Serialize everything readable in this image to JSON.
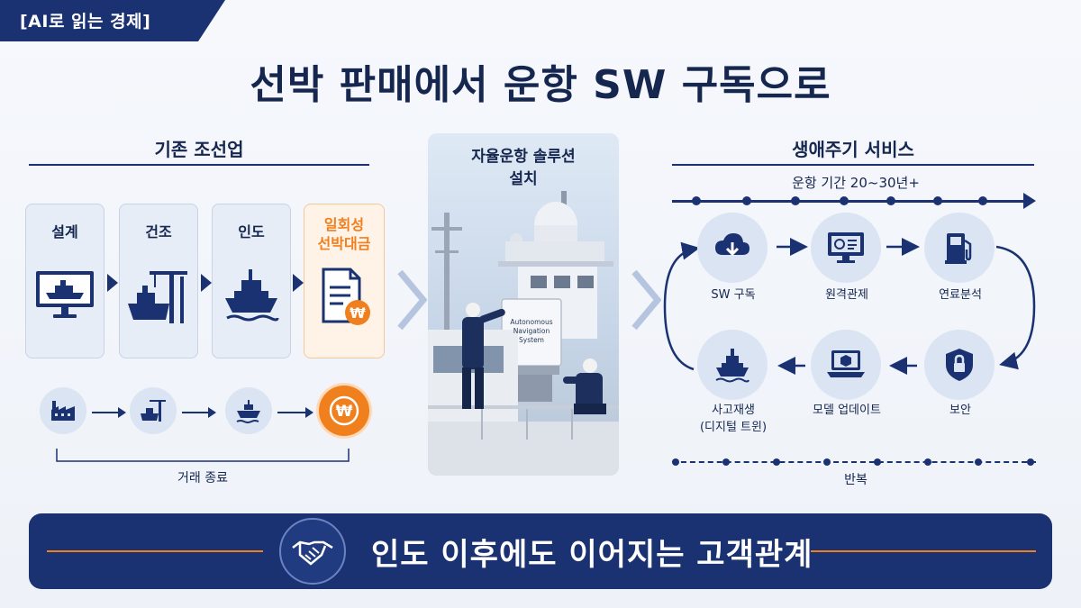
{
  "tag_label": "[AI로 읽는 경제]",
  "title": "선박 판매에서 운항 SW 구독으로",
  "left_section": {
    "title": "기존 조선업",
    "stages": [
      {
        "label": "설계",
        "icon": "monitor-ship-icon"
      },
      {
        "label": "건조",
        "icon": "shipyard-crane-icon"
      },
      {
        "label": "인도",
        "icon": "ship-icon"
      },
      {
        "label_line1": "일회성",
        "label_line2": "선박대금",
        "icon": "invoice-won-icon"
      }
    ],
    "flow_icons": [
      "factory-icon",
      "crane-ship-icon",
      "ship-icon",
      "won-coin-icon"
    ],
    "end_label": "거래 종료"
  },
  "center_section": {
    "title_line1": "자율운항 솔루션",
    "title_line2": "설치",
    "device_line1": "Autonomous",
    "device_line2": "Navigation",
    "device_line3": "System"
  },
  "right_section": {
    "title": "생애주기 서비스",
    "timeline_label": "운항 기간 20~30년+",
    "services": [
      {
        "label": "SW 구독",
        "icon": "cloud-download-icon"
      },
      {
        "label": "원격관제",
        "icon": "remote-monitor-icon"
      },
      {
        "label": "연료분석",
        "icon": "fuel-pump-icon"
      },
      {
        "label": "보안",
        "icon": "shield-lock-icon"
      },
      {
        "label": "모델 업데이트",
        "icon": "laptop-cube-icon"
      },
      {
        "label_line1": "사고재생",
        "label_line2": "(디지털 트윈)",
        "icon": "ship-icon"
      }
    ],
    "repeat_label": "반복"
  },
  "banner": {
    "text": "인도 이후에도 이어지는 고객관계",
    "icon": "handshake-icon"
  },
  "colors": {
    "navy": "#1b3272",
    "orange": "#f07f1e",
    "light_blue": "#dbe4f2"
  }
}
